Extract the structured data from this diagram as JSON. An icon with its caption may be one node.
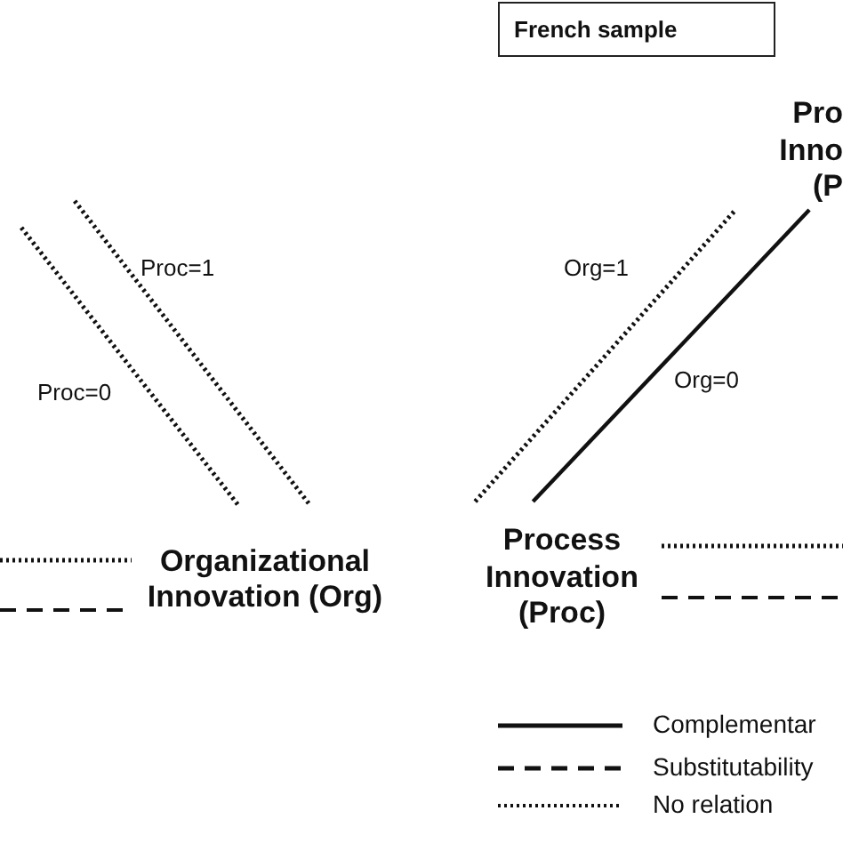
{
  "diagram": {
    "nodes": [
      {
        "text": [
          "French sample"
        ]
      },
      {
        "text": [
          "Organizational Innovation (Org)"
        ]
      },
      {
        "text": [
          "Process Innovation (Proc)"
        ]
      },
      {
        "text": [
          "Pro Inno (P"
        ]
      }
    ],
    "edges": [
      {
        "from": null,
        "to": 1,
        "arrow": "none",
        "style": "dashed",
        "label": "Proc=1"
      },
      {
        "from": null,
        "to": 1,
        "arrow": "none",
        "style": "dashed",
        "label": "Proc=0"
      },
      {
        "from": 2,
        "to": 3,
        "arrow": "none",
        "style": "dashed",
        "label": "Org=1"
      },
      {
        "from": 2,
        "to": 3,
        "arrow": "none",
        "label": "Org=0"
      },
      {
        "from": null,
        "to": 1,
        "arrow": "none",
        "style": "dashed"
      },
      {
        "from": null,
        "to": 1,
        "arrow": "none",
        "style": "dashed"
      },
      {
        "from": 2,
        "to": null,
        "arrow": "none",
        "style": "dashed"
      },
      {
        "from": 2,
        "to": null,
        "arrow": "none",
        "style": "dashed"
      }
    ],
    "legend": [
      {
        "text": "Complementar"
      },
      {
        "text": "Substitutability"
      },
      {
        "text": "No relation"
      }
    ]
  }
}
